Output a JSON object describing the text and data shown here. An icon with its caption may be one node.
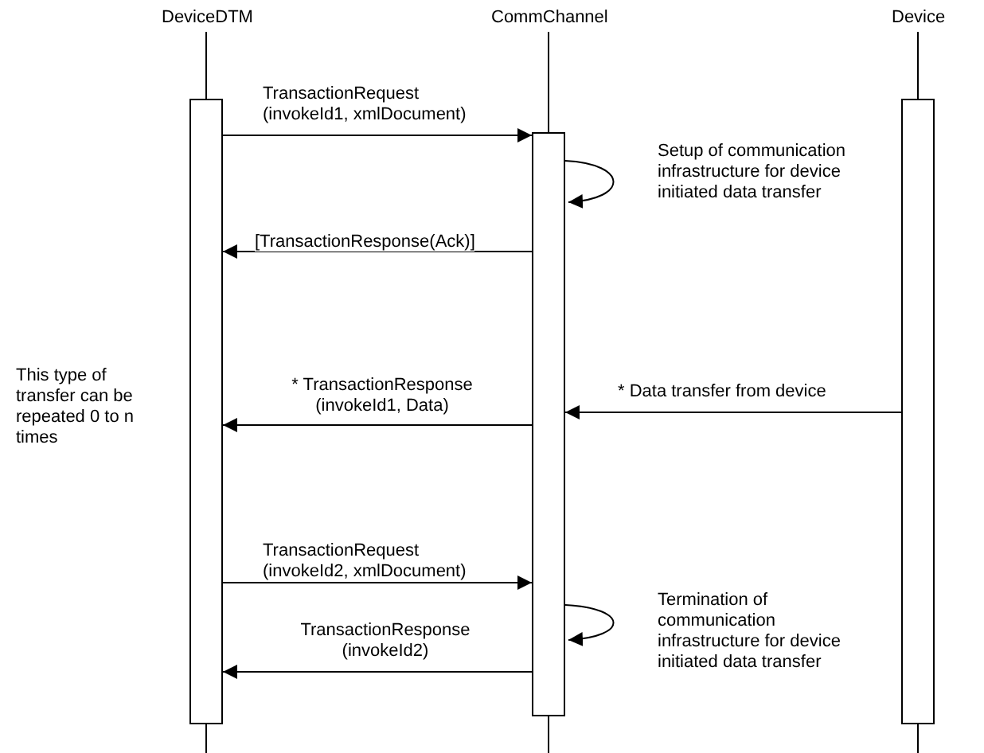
{
  "diagram": {
    "nodes": [
      {
        "text": [
          "DeviceDTM"
        ]
      },
      {
        "text": [
          "CommChannel"
        ]
      },
      {
        "text": [
          "Device"
        ]
      },
      {
        "text": [],
        "shape": "bar"
      },
      {
        "text": [],
        "shape": "bar"
      },
      {
        "text": [],
        "shape": "bar"
      }
    ],
    "edges": [
      {
        "from": 0,
        "to": 3,
        "arrow": "none"
      },
      {
        "from": 1,
        "to": 4,
        "arrow": "none"
      },
      {
        "from": 2,
        "to": 5,
        "arrow": "none"
      },
      {
        "from": 3,
        "to": 4,
        "arrow": "to",
        "label": "TransactionRequest (invokeId1, xmlDocument)"
      },
      {
        "from": 4,
        "to": 4,
        "arrow": "to",
        "label": "Setup of communication infrastructure for device initiated data transfer"
      },
      {
        "from": 4,
        "to": 3,
        "arrow": "to",
        "label": "[TransactionResponse(Ack)]"
      },
      {
        "from": 5,
        "to": 4,
        "arrow": "to",
        "label": "* Data transfer from device"
      },
      {
        "from": 4,
        "to": 3,
        "arrow": "to",
        "label": "* TransactionResponse (invokeId1, Data)"
      },
      {
        "from": 3,
        "to": 4,
        "arrow": "to",
        "label": "TransactionRequest (invokeId2, xmlDocument)"
      },
      {
        "from": 4,
        "to": 4,
        "arrow": "to",
        "label": "Termination of communication infrastructure for device initiated data transfer"
      },
      {
        "from": 4,
        "to": 3,
        "arrow": "to",
        "label": "TransactionResponse (invokeId2)"
      }
    ],
    "labels": [
      "This type of transfer can be repeated 0 to n times"
    ]
  }
}
